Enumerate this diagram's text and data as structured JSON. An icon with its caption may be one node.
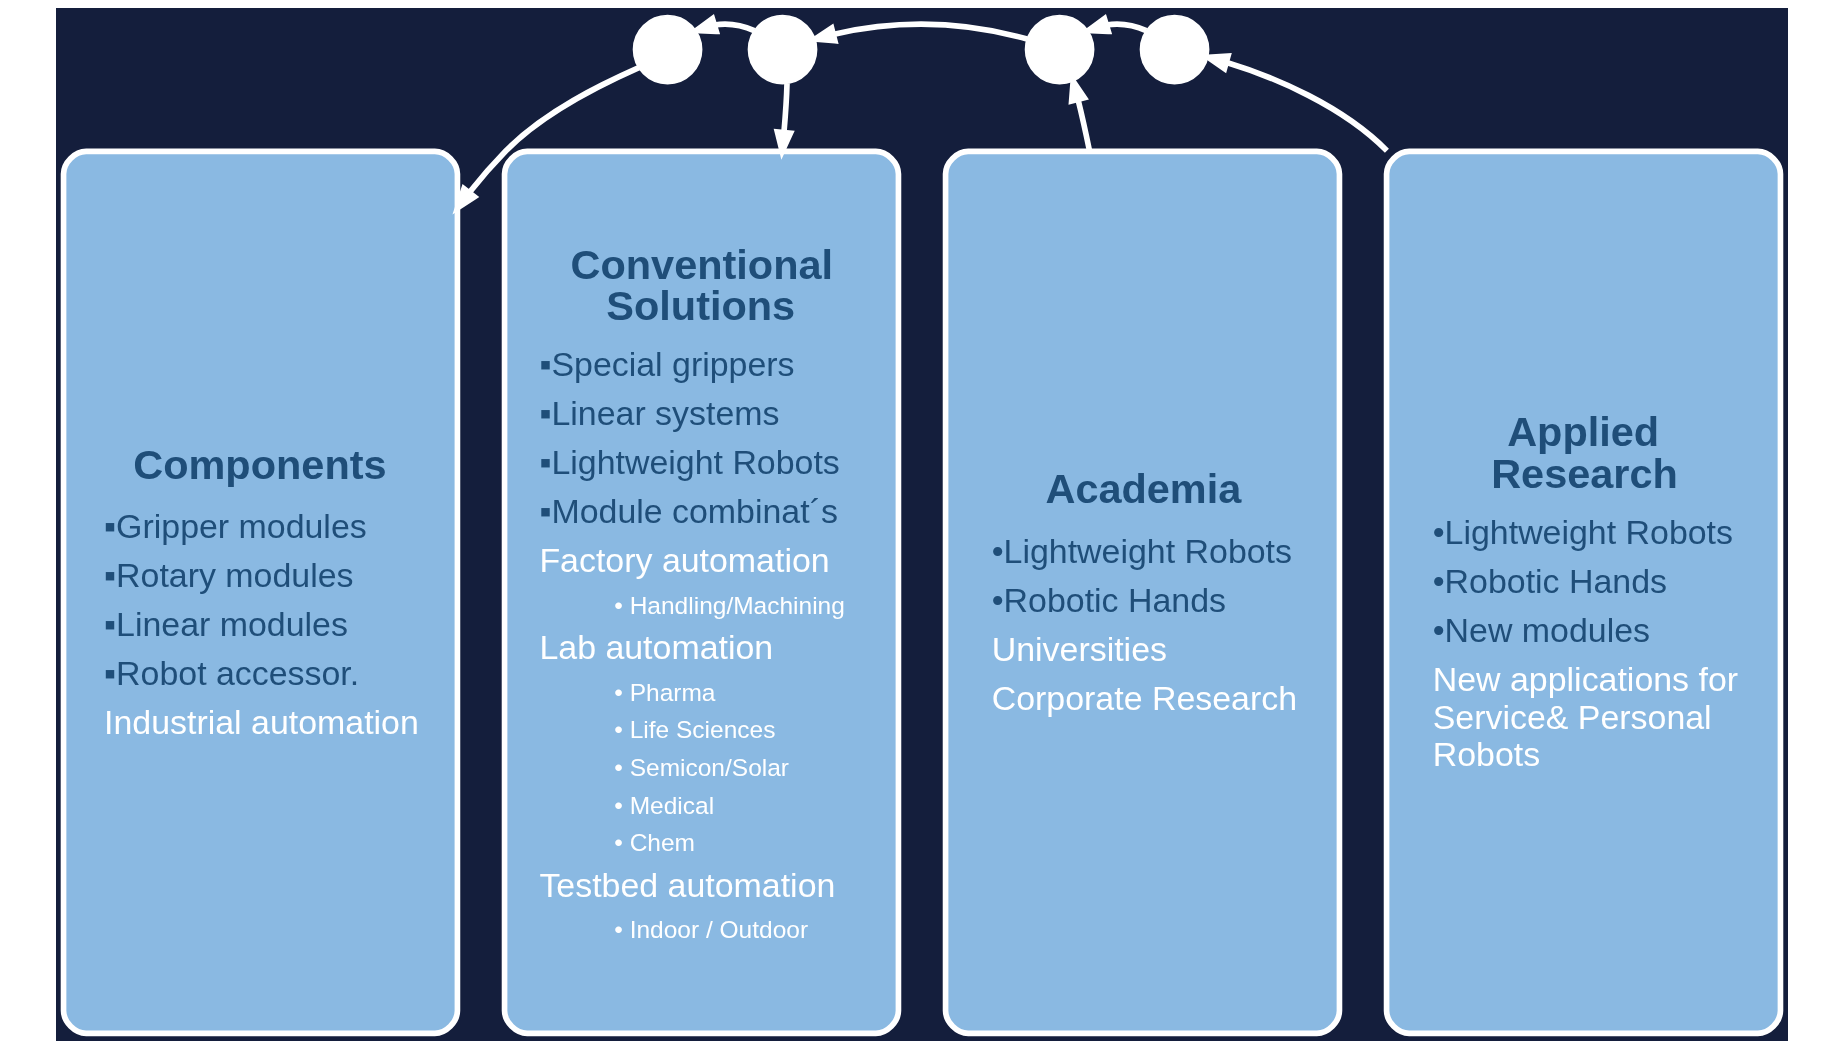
{
  "diagram": {
    "nodes": [
      {
        "text": [],
        "shape": "circle"
      },
      {
        "text": [],
        "shape": "circle"
      },
      {
        "text": [],
        "shape": "circle"
      },
      {
        "text": [],
        "shape": "circle"
      },
      {
        "text": [
          "Components",
          "▪Gripper modules",
          "▪Rotary modules",
          "▪Linear modules",
          "▪Robot accessor.",
          "Industrial automation"
        ]
      },
      {
        "text": [
          "Conventional Solutions",
          "▪Special grippers",
          "▪Linear systems",
          "▪Lightweight Robots",
          "▪Module combinat´s",
          "Factory automation",
          "• Handling/Machining",
          "Lab automation",
          "• Pharma",
          "• Life Sciences",
          "• Semicon/Solar",
          "• Medical",
          "• Chem",
          "Testbed automation",
          "• Indoor / Outdoor"
        ]
      },
      {
        "text": [
          "Academia",
          "•Lightweight Robots",
          "•Robotic Hands",
          "Universities",
          "Corporate Research"
        ]
      },
      {
        "text": [
          "Applied Research",
          "•Lightweight Robots",
          "•Robotic Hands",
          "•New modules",
          "New applications for Service& Personal Robots"
        ]
      }
    ],
    "edges": [
      {
        "from": 1,
        "to": 0,
        "arrow": "to"
      },
      {
        "from": 2,
        "to": 1,
        "arrow": "to"
      },
      {
        "from": 3,
        "to": 2,
        "arrow": "to"
      },
      {
        "from": 0,
        "to": 4,
        "arrow": "to"
      },
      {
        "from": 1,
        "to": 5,
        "arrow": "to"
      },
      {
        "from": 6,
        "to": 2,
        "arrow": "to"
      },
      {
        "from": 7,
        "to": 3,
        "arrow": "to"
      }
    ]
  }
}
